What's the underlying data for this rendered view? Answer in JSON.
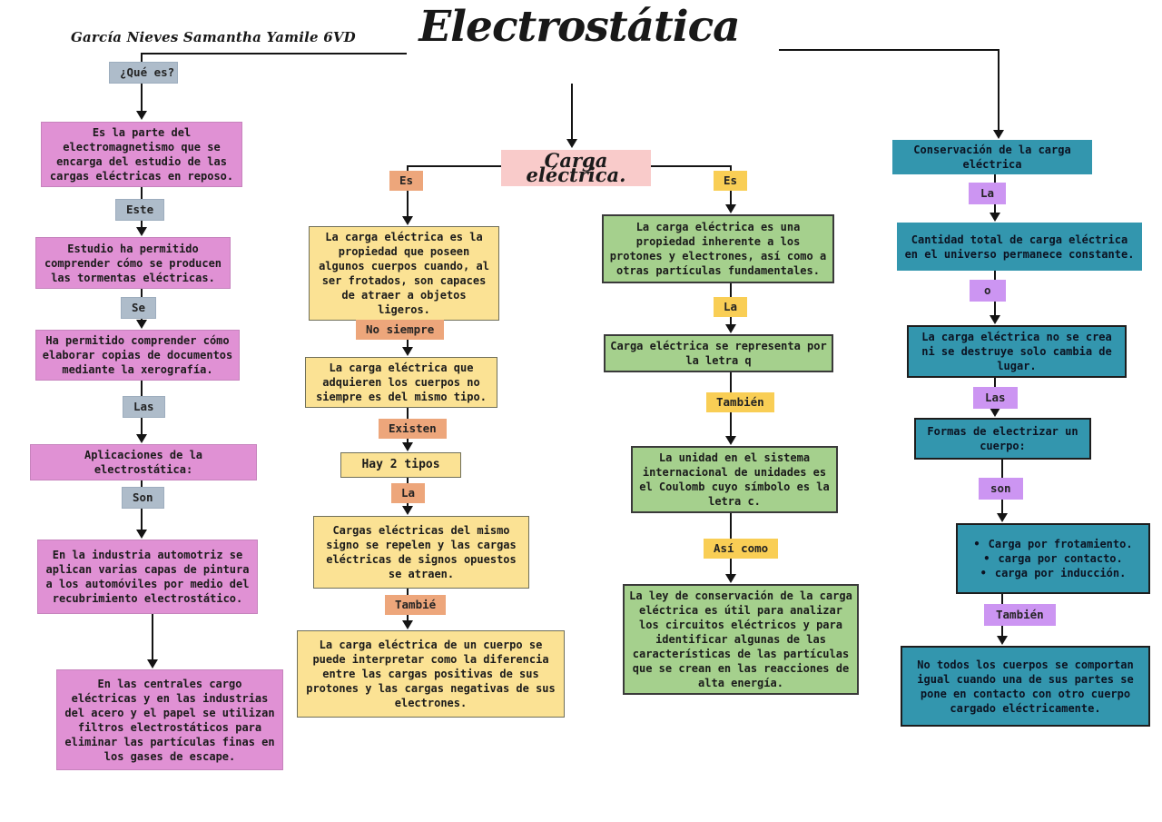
{
  "title": "Electrostática",
  "author": "García Nieves Samantha Yamile 6VD",
  "root_question": "¿Qué es?",
  "center_topic": "Carga eléctrica.",
  "colors": {
    "pink_box": "#e091d4",
    "grayblue_tag": "#aebcca",
    "yellow_box": "#fbe294",
    "orange_tag": "#eda67b",
    "green_box": "#a5d08d",
    "gold_tag": "#f9ce55",
    "teal_box": "#3396ae",
    "purple_tag": "#cc95f2",
    "center_box": "#f9cbca",
    "line": "#141414"
  },
  "col1": {
    "b1": "Es la parte del electromagnetismo que se encarga del estudio de las cargas eléctricas en reposo.",
    "k1": "Este",
    "b2": "Estudio ha permitido comprender cómo se producen las tormentas eléctricas.",
    "k2": "Se",
    "b3": "Ha permitido comprender cómo elaborar copias de documentos mediante la xerografía.",
    "k3": "Las",
    "b4": "Aplicaciones de la electrostática:",
    "k4": "Son",
    "b5": "En la industria automotriz se aplican varias capas de pintura a los automóviles por medio del recubrimiento electrostático.",
    "b6": "En las centrales cargo eléctricas y en las industrias del acero y el papel se utilizan filtros electrostáticos para eliminar las partículas finas en los gases de escape."
  },
  "col2": {
    "k0": "Es",
    "b1": "La carga eléctrica es la propiedad que poseen algunos cuerpos cuando, al ser frotados, son capaces de atraer a objetos ligeros.",
    "k1": "No siempre",
    "b2": "La carga eléctrica que adquieren los cuerpos no siempre es del mismo tipo.",
    "k2": "Existen",
    "b3": "Hay 2 tipos",
    "k3": "La",
    "b4": "Cargas eléctricas del mismo signo se repelen y las cargas eléctricas de signos opuestos se atraen.",
    "k4": "Tambié",
    "b5": "La carga eléctrica de un cuerpo se puede interpretar como la diferencia entre las cargas positivas de sus protones y las cargas negativas de sus electrones."
  },
  "col3": {
    "k0": "Es",
    "b1": "La carga eléctrica es una propiedad inherente a los protones y electrones, así como a otras partículas fundamentales.",
    "k1": "La",
    "b2": "Carga eléctrica se representa por la letra q",
    "k2": "También",
    "b3": "La unidad en el sistema internacional de unidades es el Coulomb cuyo símbolo es la letra c.",
    "k3": "Así como",
    "b4": "La ley de conservación de la carga eléctrica es útil para analizar los circuitos eléctricos y para identificar algunas de las características de las partículas que se crean en las reacciones de alta energía."
  },
  "col4": {
    "b1": "Conservación de la carga eléctrica",
    "k1": "La",
    "b2": "Cantidad total de carga eléctrica en el universo permanece constante.",
    "k2": "o",
    "b3": "La carga eléctrica no se crea ni se destruye solo cambia de lugar.",
    "k3": "Las",
    "b4": "Formas de electrizar un cuerpo:",
    "k4": "son",
    "bullets": [
      "Carga por frotamiento.",
      "carga por contacto.",
      "carga por inducción."
    ],
    "k5": "También",
    "b6": "No todos los cuerpos se comportan igual cuando una de sus partes se pone en contacto con otro cuerpo cargado eléctricamente."
  }
}
